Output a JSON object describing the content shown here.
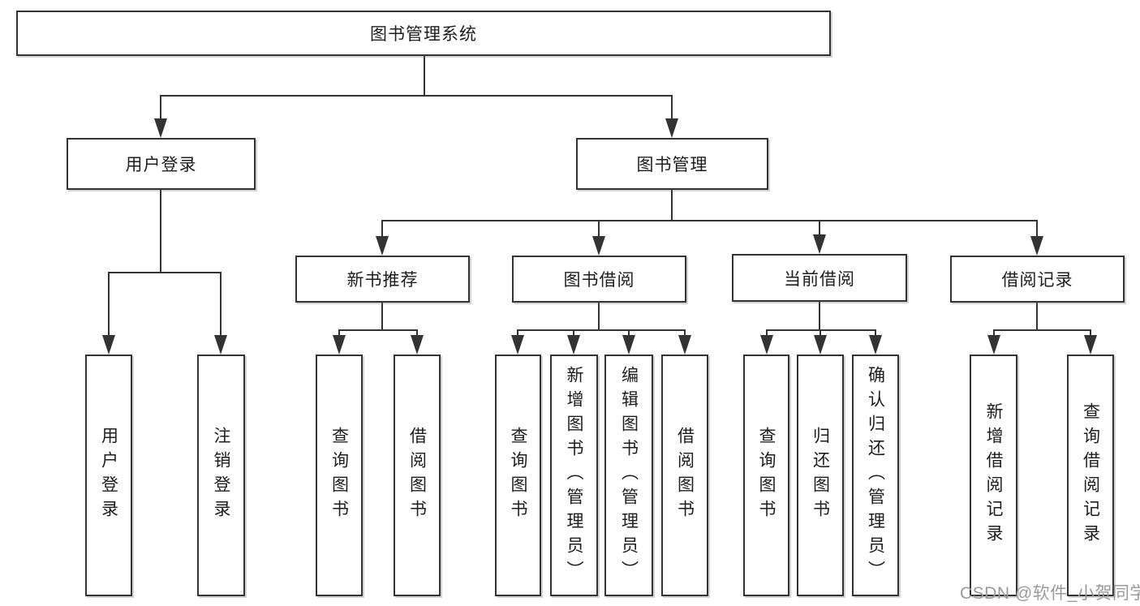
{
  "tree": {
    "label": "图书管理系统",
    "children": [
      {
        "label": "用户登录",
        "children": [
          {
            "label": "用户登录"
          },
          {
            "label": "注销登录"
          }
        ]
      },
      {
        "label": "图书管理",
        "children": [
          {
            "label": "新书推荐",
            "children": [
              {
                "label": "查询图书"
              },
              {
                "label": "借阅图书"
              }
            ]
          },
          {
            "label": "图书借阅",
            "children": [
              {
                "label": "查询图书"
              },
              {
                "label": "新增图书（管理员）"
              },
              {
                "label": "编辑图书（管理员）"
              },
              {
                "label": "借阅图书"
              }
            ]
          },
          {
            "label": "当前借阅",
            "children": [
              {
                "label": "查询图书"
              },
              {
                "label": "归还图书"
              },
              {
                "label": "确认归还（管理员）"
              }
            ]
          },
          {
            "label": "借阅记录",
            "children": [
              {
                "label": "新增借阅记录"
              },
              {
                "label": "查询借阅记录"
              }
            ]
          }
        ]
      }
    ]
  },
  "watermark": "CSDN @软件_小贺同学",
  "colors": {
    "line": "#333333",
    "box_border": "#333333",
    "box_fill": "#ffffff",
    "text": "#1d1d1d",
    "watermark": "#9b9b9b",
    "background": "#ffffff"
  }
}
